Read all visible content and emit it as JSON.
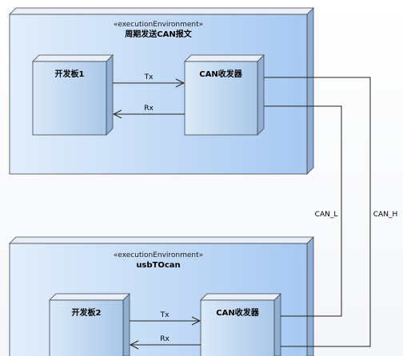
{
  "environments": [
    {
      "stereotype": "«executionEnvironment»",
      "name": "周期发送CAN报文",
      "board": "开发板1",
      "transceiver": "CAN收发器",
      "tx_label": "Tx",
      "rx_label": "Rx"
    },
    {
      "stereotype": "«executionEnvironment»",
      "name": "usbTOcan",
      "board": "开发板2",
      "transceiver": "CAN收发器",
      "tx_label": "Tx",
      "rx_label": "Rx"
    }
  ],
  "buses": {
    "can_l": "CAN_L",
    "can_h": "CAN_H"
  },
  "colors": {
    "outer_fill_light": "#dcebfb",
    "outer_fill_dark": "#a9ccf3",
    "node_fill_light": "#d8e8f8",
    "node_fill_dark": "#a8c7ea",
    "side_face": "#9ab4cf",
    "top_face": "#e6eef7",
    "line": "#222222"
  }
}
